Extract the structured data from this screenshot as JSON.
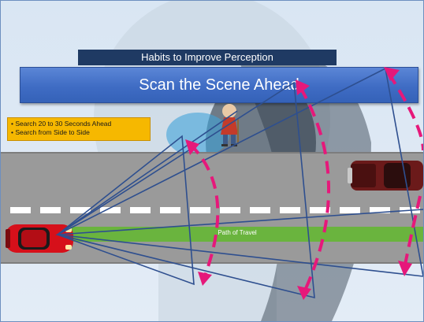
{
  "slide": {
    "subtitle": "Habits to Improve Perception",
    "title": "Scan the Scene Ahead",
    "bullets": [
      "• Search 20 to 30 Seconds Ahead",
      "• Search from Side to Side"
    ],
    "road_label": "Path of Travel"
  },
  "icons": {
    "background": "head-silhouette-icon",
    "pedestrian": "pedestrian-icon",
    "red_car": "red-car-icon",
    "dark_truck": "pickup-truck-icon"
  },
  "colors": {
    "banner_dark": "#1f3a63",
    "banner_blue": "#3f6cc4",
    "note_bg": "#f6b800",
    "road": "#9a9a9a",
    "path": "#6ab43e",
    "scan_arrows": "#e6187a",
    "sight_lines": "#2e4f8f"
  }
}
